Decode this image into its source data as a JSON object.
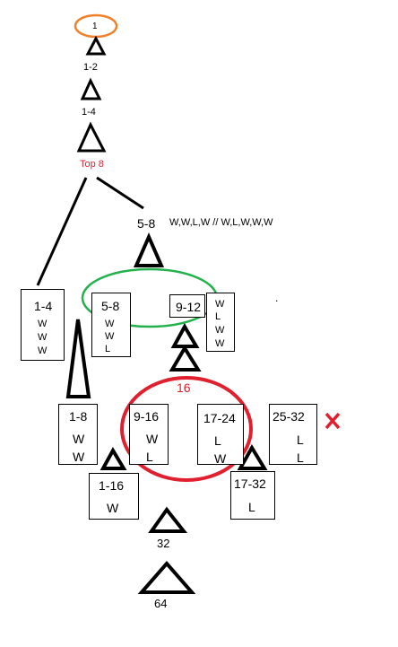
{
  "nodes": {
    "rank_1": "1",
    "rank_1_2": "1-2",
    "rank_1_4": "1-4",
    "top_8": "Top 8",
    "rank_5_8": "5-8",
    "sequence": "W,W,L,W // W,L,W,W,W",
    "sixteen": "16",
    "rank_32": "32",
    "rank_64": "64",
    "dot": "."
  },
  "boxes": {
    "b1_4": {
      "title": "1-4",
      "results": [
        "W",
        "W",
        "W"
      ]
    },
    "b5_8": {
      "title": "5-8",
      "results": [
        "W",
        "W",
        "L"
      ]
    },
    "b9_12": {
      "title": "9-12",
      "results": []
    },
    "bwlww": {
      "title": "",
      "results": [
        "W",
        "L",
        "W",
        "W"
      ]
    },
    "b1_8": {
      "title": "1-8",
      "results": [
        "W",
        "W"
      ]
    },
    "b9_16": {
      "title": "9-16",
      "results": [
        "W",
        "L"
      ]
    },
    "b17_24": {
      "title": "17-24",
      "results": [
        "L",
        "W"
      ]
    },
    "b25_32": {
      "title": "25-32",
      "results": [
        "L",
        "L"
      ]
    },
    "b1_16": {
      "title": "1-16",
      "results": [
        "W"
      ]
    },
    "b17_32": {
      "title": "17-32",
      "results": [
        "L"
      ]
    }
  },
  "colors": {
    "orange": "#f0812a",
    "red": "#e0202e",
    "green": "#22b14c",
    "black": "#000000"
  }
}
